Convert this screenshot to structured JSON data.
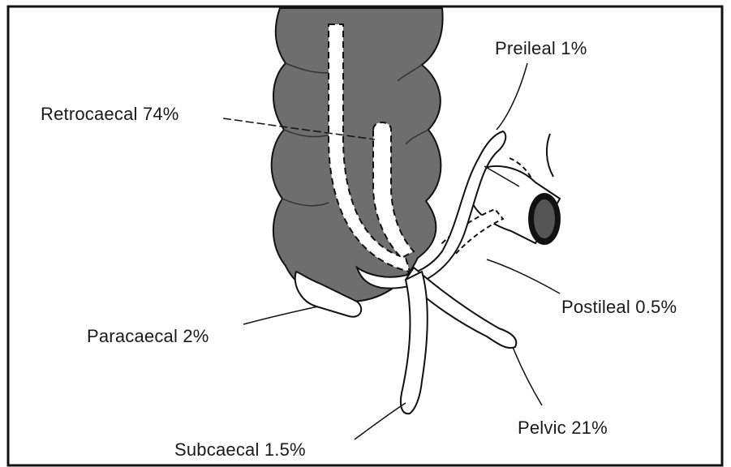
{
  "labels": {
    "preileal": "Preileal 1%",
    "retrocaecal": "Retrocaecal 74%",
    "postileal": "Postileal 0.5%",
    "paracaecal": "Paracaecal 2%",
    "pelvic": "Pelvic 21%",
    "subcaecal": "Subcaecal 1.5%"
  },
  "colors": {
    "caecum": "#6e6e6e",
    "outline": "#111111",
    "appendix": "#ffffff",
    "ileum_lumen": "#555555",
    "ileum_ring": "#111111"
  }
}
